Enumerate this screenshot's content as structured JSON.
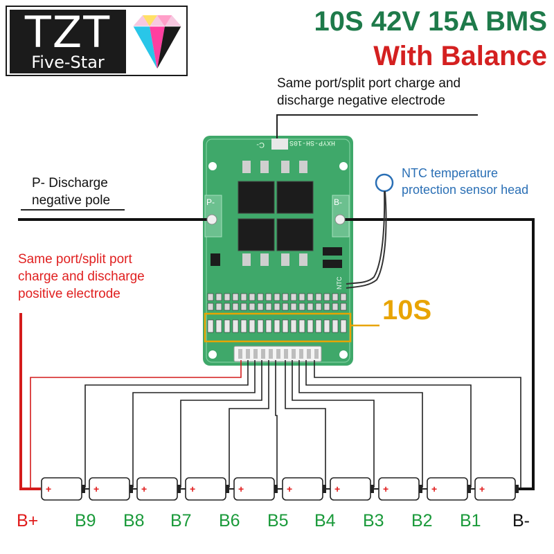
{
  "logo": {
    "main": "TZT",
    "sub": "Five-Star"
  },
  "title": {
    "line1": "10S 42V 15A BMS",
    "line2": "With Balance"
  },
  "annotations": {
    "negative_electrode": [
      "Same port/split port charge and",
      "discharge negative electrode"
    ],
    "p_minus": [
      "P- Discharge",
      "negative pole"
    ],
    "positive_electrode": [
      "Same port/split port",
      "charge and discharge",
      "positive electrode"
    ],
    "ntc": [
      "NTC temperature",
      "protection sensor head"
    ],
    "cell_count": "10S"
  },
  "board": {
    "model": "HXYP-SH-10S",
    "pad_c": "C-",
    "pad_p": "P-",
    "pad_b": "B-",
    "ntc_pad": "NTC"
  },
  "battery_labels": [
    "B+",
    "B9",
    "B8",
    "B7",
    "B6",
    "B5",
    "B4",
    "B3",
    "B2",
    "B1",
    "B-"
  ],
  "cell_symbol": "+",
  "colors": {
    "pcb": "#3fa86a",
    "positive_wire": "#d41c1c",
    "title_green": "#1e7a4a",
    "title_red": "#d42020",
    "label_green": "#1a9a3a",
    "ntc_blue": "#2a6fb5",
    "highlight": "#e8a400"
  }
}
